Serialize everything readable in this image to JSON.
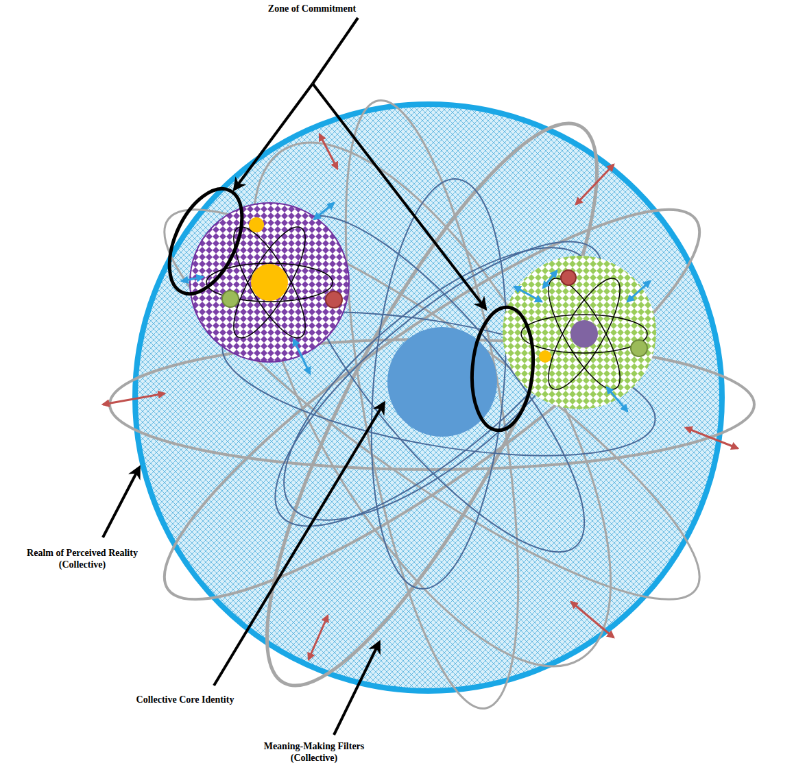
{
  "diagram": {
    "labels": [
      "Zone of Commitment",
      "Realm of Perceived Reality (Collective)",
      "Collective Core Identity",
      "Meaning-Making Filters (Collective)"
    ]
  }
}
